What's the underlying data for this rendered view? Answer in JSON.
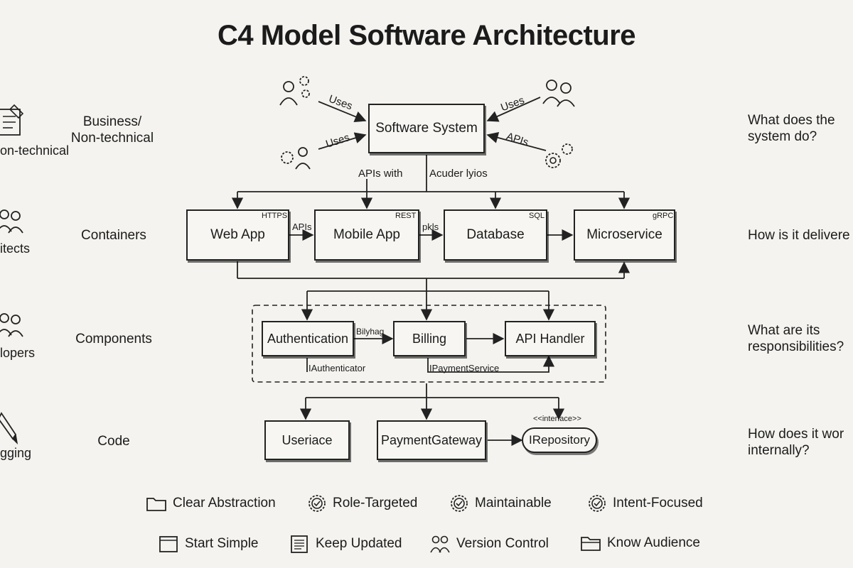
{
  "title": "C4 Model Software Architecture",
  "levels": [
    {
      "role": "on-technical",
      "label": "Business/\nNon-technical",
      "question": "What does the\nsystem do?"
    },
    {
      "role": "itects",
      "label": "Containers",
      "question": "How is it delivere"
    },
    {
      "role": "lopers",
      "label": "Components",
      "question": "What are its\nresponsibilities?"
    },
    {
      "role": "gging",
      "label": "Code",
      "question": "How does it wor\ninternally?"
    }
  ],
  "context": {
    "system": "Software System",
    "uses_top_left": "Uses",
    "uses_bottom_left": "Uses",
    "uses_top_right": "Uses",
    "apis_right": "APIs",
    "apis_with": "APIs with",
    "other_label": "Acuder lyios"
  },
  "containers": [
    {
      "name": "Web App",
      "tag": "HTTPS"
    },
    {
      "name": "Mobile App",
      "tag": "REST"
    },
    {
      "name": "Database",
      "tag": "SQL"
    },
    {
      "name": "Microservice",
      "tag": "gRPC"
    }
  ],
  "container_edges": [
    "APIs",
    "pkls"
  ],
  "components": [
    {
      "name": "Authentication",
      "interface": "IAuthenticator"
    },
    {
      "name": "Billing",
      "interface": "IPaymentService"
    },
    {
      "name": "API Handler"
    }
  ],
  "component_edge": "Bilyhag",
  "code": {
    "items": [
      "Useriace",
      "PaymentGateway",
      "IRepository"
    ],
    "stereotype": "<<interface>>"
  },
  "principles": [
    {
      "label": "Clear Abstraction",
      "icon": "folder-icon"
    },
    {
      "label": "Role-Targeted",
      "icon": "badge-check-icon"
    },
    {
      "label": "Maintainable",
      "icon": "badge-check-icon"
    },
    {
      "label": "Intent-Focused",
      "icon": "badge-check-icon"
    },
    {
      "label": "Start Simple",
      "icon": "window-icon"
    },
    {
      "label": "Keep Updated",
      "icon": "document-icon"
    },
    {
      "label": "Version Control",
      "icon": "people-icon"
    },
    {
      "label": "Know Audience",
      "icon": "folder-icon"
    }
  ]
}
